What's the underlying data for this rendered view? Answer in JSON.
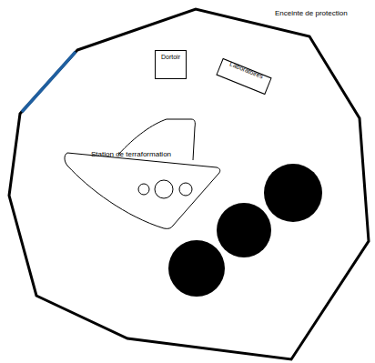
{
  "diagram": {
    "nodes": [
      {
        "text": [
          "Enceinte de protection"
        ]
      },
      {
        "text": [
          "Dortoir"
        ],
        "in": 0
      },
      {
        "text": [
          "Laboratoires"
        ],
        "in": 0
      },
      {
        "text": [
          "Station de terraformation"
        ],
        "in": 0
      }
    ]
  }
}
